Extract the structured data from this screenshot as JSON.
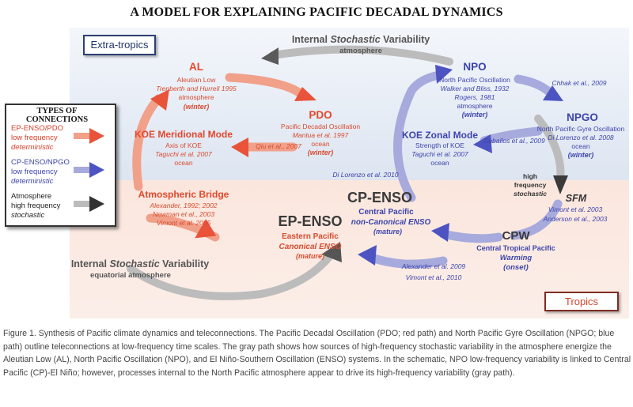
{
  "title": "A MODEL FOR EXPLAINING PACIFIC DECADAL DYNAMICS",
  "regions": {
    "extratropics": "Extra-tropics",
    "tropics": "Tropics"
  },
  "legend": {
    "title": "TYPES OF CONNECTIONS",
    "items": [
      {
        "line1": "EP-ENSO/PDO",
        "line2": "low frequency",
        "line3": "deterministic",
        "color": "#e8563a"
      },
      {
        "line1": "CP-ENSO/NPGO",
        "line2": "low frequency",
        "line3": "deterministic",
        "color": "#5a5fc4"
      },
      {
        "line1": "Atmosphere",
        "line2": "high frequency",
        "line3": "stochastic",
        "color": "#333333"
      }
    ]
  },
  "nodes": {
    "isv_top": {
      "line1_a": "Internal ",
      "line1_b": "Stochastic",
      "line1_c": " Variability",
      "line2": "atmosphere"
    },
    "al": {
      "name": "AL",
      "full": "Aleutian Low",
      "ref": "Trenberth and Hurrell 1995",
      "line3": "atmosphere",
      "season": "(winter)"
    },
    "pdo": {
      "name": "PDO",
      "full": "Pacific Decadal Oscillation",
      "ref": "Mantua et al. 1997",
      "line3": "ocean",
      "season": "(winter)"
    },
    "koe_mer": {
      "name": "KOE Meridional Mode",
      "line2": "Axis of KOE",
      "ref": "Taguchi et al. 2007",
      "line3": "ocean"
    },
    "npo": {
      "name": "NPO",
      "full": "North Pacific Oscillation",
      "ref1": "Walker and Bliss, 1932",
      "ref2": "Rogers, 1981",
      "line4": "atmosphere",
      "season": "(winter)"
    },
    "npgo": {
      "name": "NPGO",
      "full": "North Pacific Gyre Oscillation",
      "ref": "Di Lorenzo et al. 2008",
      "line3": "ocean",
      "season": "(winter)"
    },
    "koe_zonal": {
      "name": "KOE Zonal Mode",
      "line2": "Strength of KOE",
      "ref": "Taguchi et al. 2007",
      "line3": "ocean"
    },
    "sfm": {
      "name": "SFM",
      "ref1": "Vimont et al. 2003",
      "ref2": "Anderson et al., 2003"
    },
    "cp_enso": {
      "name": "CP-ENSO",
      "line2": "Central Pacific",
      "line3": "non-Canonical ENSO",
      "line4": "(mature)"
    },
    "ep_enso": {
      "name": "EP-ENSO",
      "line2": "Eastern Pacific",
      "line3": "Canonical ENSO",
      "line4": "(mature)"
    },
    "cpw": {
      "name": "CPW",
      "line2": "Central Tropical Pacific",
      "line3": "Warming",
      "line4": "(onset)"
    },
    "atm_bridge": {
      "name": "Atmospheric Bridge",
      "ref1": "Alexander, 1992; 2002",
      "ref2": "Newman et al., 2003",
      "ref3": "Vimont et al. 2005"
    },
    "isv_bottom": {
      "line1_a": "Internal ",
      "line1_b": "Stochastic",
      "line1_c": " Variability",
      "line2": "equatorial atmosphere"
    }
  },
  "arrow_labels": {
    "chhak": "Chhak et al., 2009",
    "qiu": "Qiu et al., 2007",
    "ceballos": "Ceballos et al., 2009",
    "dilorenzo2010": "Di Lorenzo et al. 2010",
    "high_freq_1": "high",
    "high_freq_2": "frequency",
    "high_freq_3": "stochastic",
    "alexander2009": "Alexander et al. 2009",
    "vimont2010": "Vimont et al., 2010"
  },
  "caption": "Figure 1. Synthesis of Pacific climate dynamics and teleconnections. The Pacific Decadal Oscillation (PDO; red path) and North Pacific Gyre Oscillation (NPGO; blue path) outline teleconnections at low-frequency time scales. The gray path shows how sources of high-frequency stochastic variability in the atmosphere energize the Aleutian Low (AL), North Pacific Oscillation (NPO), and El Niño-Southern Oscillation (ENSO) systems. In the schematic, NPO low-frequency variability is linked to Central Pacific (CP)-El Niño; however, processes internal to the North Pacific atmosphere appear to drive its high-frequency variability (gray path)."
}
